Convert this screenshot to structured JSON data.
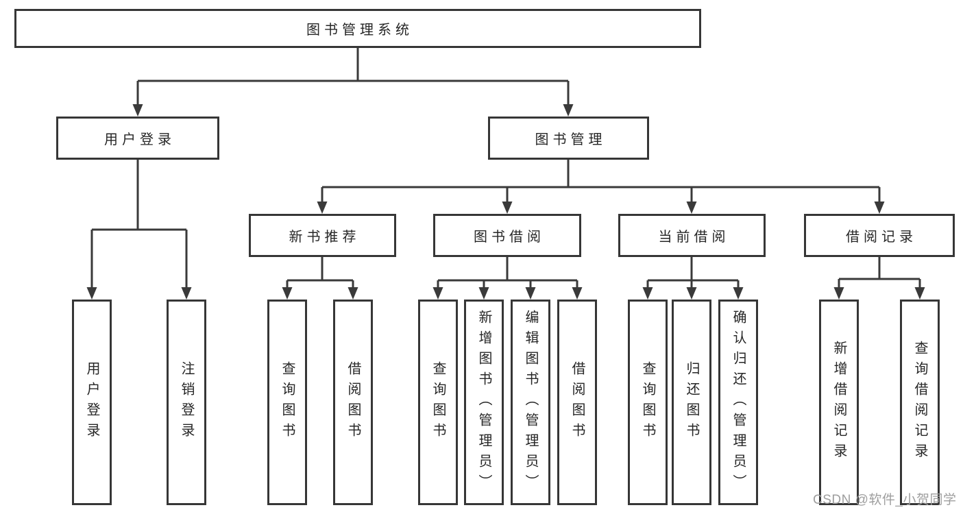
{
  "diagram": {
    "title": "图书管理系统",
    "root": "图书管理系统",
    "level2": {
      "user_login": "用户登录",
      "book_mgmt": "图书管理"
    },
    "level3": {
      "new_books": "新书推荐",
      "borrowing": "图书借阅",
      "current": "当前借阅",
      "records": "借阅记录"
    },
    "leaves": {
      "user_login": [
        "用户登录",
        "注销登录"
      ],
      "new_books": [
        "查询图书",
        "借阅图书"
      ],
      "borrowing": [
        "查询图书",
        "新增图书（管理员）",
        "编辑图书（管理员）",
        "借阅图书"
      ],
      "current": [
        "查询图书",
        "归还图书",
        "确认归还（管理员）"
      ],
      "records": [
        "新增借阅记录",
        "查询借阅记录"
      ]
    }
  },
  "watermark": "CSDN @软件_小贺同学",
  "colors": {
    "line": "#3a3a3a",
    "border": "#363636",
    "text": "#262626",
    "watermark": "#9e9e9e",
    "background": "#ffffff"
  }
}
